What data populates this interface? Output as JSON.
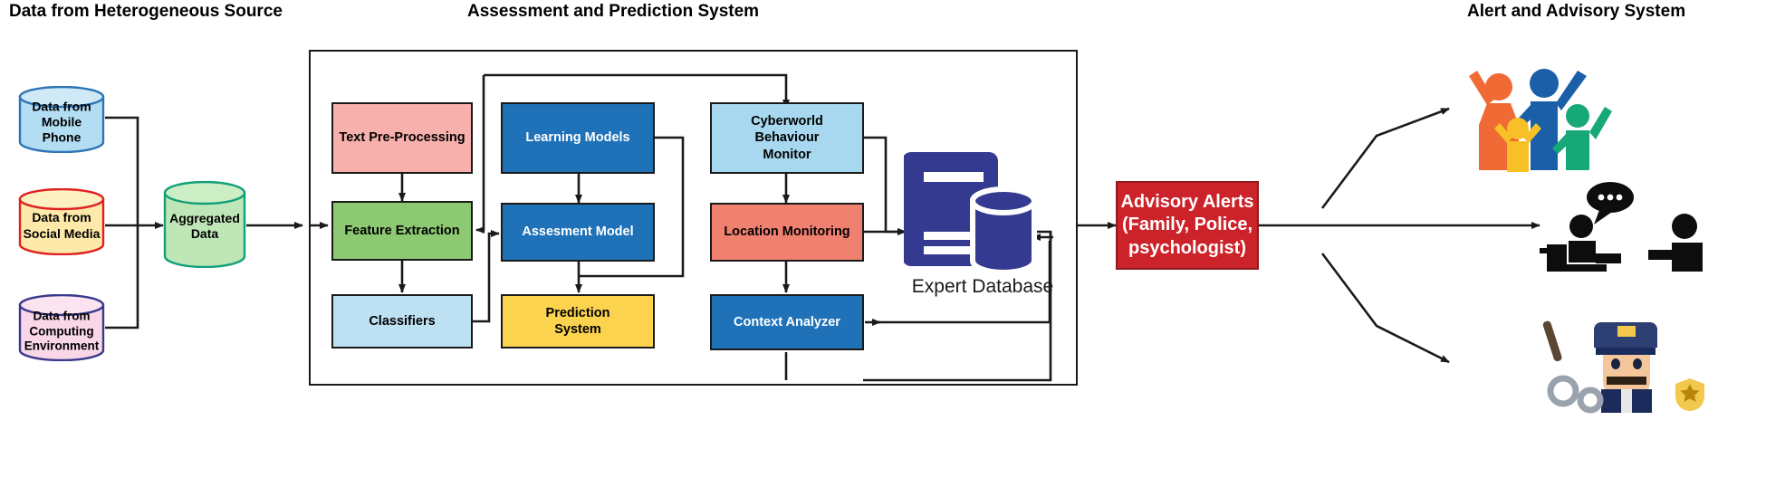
{
  "sections": [
    {
      "id": "source",
      "title": "Data from Heterogeneous Source"
    },
    {
      "id": "system",
      "title": "Assessment and Prediction System"
    },
    {
      "id": "alert",
      "title": "Alert and Advisory System"
    }
  ],
  "sources": [
    {
      "name": "mobile-phone",
      "label": "Data from\nMobile\nPhone",
      "fill": "#b3ddf2",
      "stroke": "#2e75b6"
    },
    {
      "name": "social-media",
      "label": "Data from\nSocial Media",
      "fill": "#fde9a9",
      "stroke": "#e02020"
    },
    {
      "name": "computing-environment",
      "label": "Data from\nComputing\nEnvironment",
      "fill": "#f9d6e8",
      "stroke": "#3a3a8c"
    }
  ],
  "aggregated": {
    "name": "aggregated-data",
    "label": "Aggregated\nData",
    "fill": "#bfe6b6",
    "stroke": "#12a07a"
  },
  "blocks": [
    {
      "name": "text-pre-processing",
      "label": "Text Pre-Processing",
      "fill": "#f7b0ab",
      "text": "dark"
    },
    {
      "name": "feature-extraction",
      "label": "Feature Extraction",
      "fill": "#8dc873",
      "text": "dark"
    },
    {
      "name": "classifiers",
      "label": "Classifiers",
      "fill": "#bde0f2",
      "text": "dark"
    },
    {
      "name": "learning-models",
      "label": "Learning Models",
      "fill": "#1f72b8",
      "text": "light"
    },
    {
      "name": "assesment-model",
      "label": "Assesment Model",
      "fill": "#1f72b8",
      "text": "light"
    },
    {
      "name": "prediction-system",
      "label": "Prediction\nSystem",
      "fill": "#fcd34f",
      "text": "dark"
    },
    {
      "name": "cyberworld-behaviour-monitor",
      "label": "Cyberworld Behaviour\nMonitor",
      "fill": "#a8d8f0",
      "text": "dark"
    },
    {
      "name": "location-monitoring",
      "label": "Location Monitoring",
      "fill": "#f08070",
      "text": "dark"
    },
    {
      "name": "context-analyzer",
      "label": "Context Analyzer",
      "fill": "#1f72b8",
      "text": "light"
    }
  ],
  "expert_database": {
    "name": "expert-database",
    "label": "Expert Database",
    "color": "#343a8f"
  },
  "advisory": {
    "name": "advisory-alerts",
    "label": "Advisory Alerts\n(Family, Police,\npsychologist)",
    "fill": "#cc2229",
    "text_color": "#ffffff"
  },
  "recipients": [
    {
      "name": "family-illustration",
      "label": "family"
    },
    {
      "name": "counselling-illustration",
      "label": "counselling"
    },
    {
      "name": "police-illustration",
      "label": "police"
    }
  ],
  "colors": {
    "line": "#1a1a1a",
    "box_border": "#1a1a1a",
    "accent_blue": "#1f72b8",
    "accent_red": "#cc2229",
    "db_navy": "#343a8f"
  }
}
